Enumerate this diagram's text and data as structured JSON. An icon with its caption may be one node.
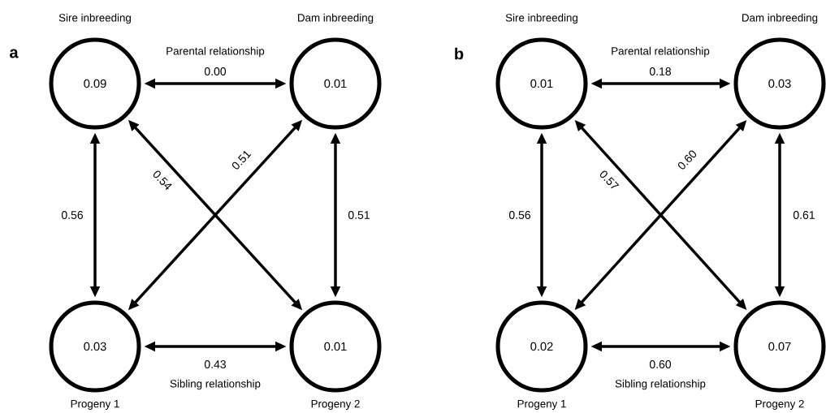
{
  "diagram": {
    "nodes": [
      {
        "text": [
          "Sire inbreeding",
          "0.09"
        ]
      },
      {
        "text": [
          "Dam inbreeding",
          "0.01"
        ]
      },
      {
        "text": [
          "0.03",
          "Progeny 1"
        ]
      },
      {
        "text": [
          "0.01",
          "Progeny 2"
        ]
      },
      {
        "text": [
          "Sire inbreeding",
          "0.01"
        ]
      },
      {
        "text": [
          "Dam inbreeding",
          "0.03"
        ]
      },
      {
        "text": [
          "0.02",
          "Progeny 1"
        ]
      },
      {
        "text": [
          "0.07",
          "Progeny 2"
        ]
      }
    ],
    "edges": [
      {
        "from": 0,
        "to": 1,
        "arrow": "both",
        "label": "0.00"
      },
      {
        "from": 0,
        "to": 2,
        "arrow": "both",
        "label": "0.56"
      },
      {
        "from": 0,
        "to": 3,
        "arrow": "both",
        "label": "0.54"
      },
      {
        "from": 1,
        "to": 2,
        "arrow": "both",
        "label": "0.51"
      },
      {
        "from": 1,
        "to": 3,
        "arrow": "both",
        "label": "0.51"
      },
      {
        "from": 2,
        "to": 3,
        "arrow": "both",
        "label": "0.43"
      },
      {
        "from": 4,
        "to": 5,
        "arrow": "both",
        "label": "0.18"
      },
      {
        "from": 4,
        "to": 6,
        "arrow": "both",
        "label": "0.56"
      },
      {
        "from": 4,
        "to": 7,
        "arrow": "both",
        "label": "0.57"
      },
      {
        "from": 5,
        "to": 6,
        "arrow": "both",
        "label": "0.60"
      },
      {
        "from": 5,
        "to": 7,
        "arrow": "both",
        "label": "0.61"
      },
      {
        "from": 6,
        "to": 7,
        "arrow": "both",
        "label": "0.60"
      }
    ],
    "labels": [
      "a",
      "Parental relationship",
      "Sibling relationship",
      "b",
      "Parental relationship",
      "Sibling relationship"
    ]
  }
}
